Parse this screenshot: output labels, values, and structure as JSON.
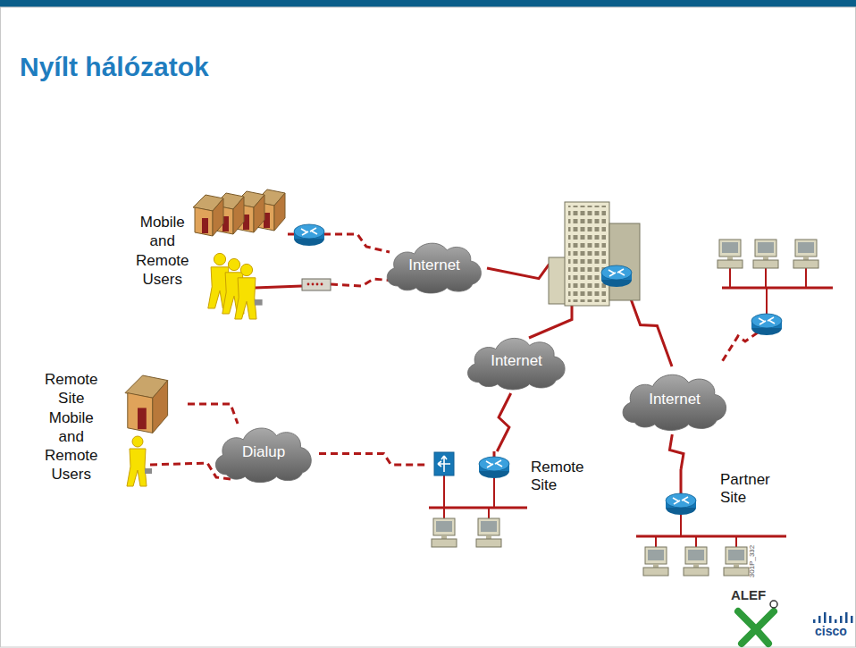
{
  "diagram": {
    "title": "Nyílt hálózatok",
    "nodes": [
      {
        "text": [
          "Internet"
        ]
      },
      {
        "text": [
          "Internet"
        ]
      },
      {
        "text": [
          "Internet"
        ]
      },
      {
        "text": [
          "Dialup"
        ]
      },
      {
        "text": [
          "Remote Site"
        ]
      },
      {
        "text": [
          "Partner Site"
        ]
      }
    ],
    "edges": [
      {
        "from": 1,
        "to": 4,
        "arrow": "none"
      },
      {
        "from": 3,
        "to": 4,
        "arrow": "none"
      },
      {
        "from": 2,
        "to": 5,
        "arrow": "none"
      }
    ],
    "labels": [
      "Mobile and Remote Users",
      "Remote Site Mobile and Remote Users",
      "301P_332",
      "ALEF",
      "cisco"
    ]
  }
}
